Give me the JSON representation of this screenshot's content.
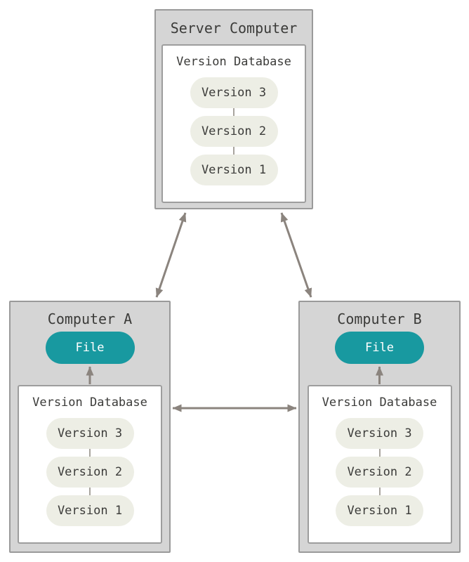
{
  "colors": {
    "outer_box_fill": "#d5d5d5",
    "outer_box_border": "#9a9a9a",
    "inner_box_fill": "#ffffff",
    "inner_box_border": "#9d9d9d",
    "pill_fill": "#edeee5",
    "file_pill_fill": "#1899a0",
    "file_pill_text": "#ffffff",
    "text_color": "#3b3b39",
    "arrow_color": "#8b847e",
    "connector_color": "#a8a49e"
  },
  "server": {
    "title": "Server Computer",
    "database": {
      "title": "Version Database",
      "versions": [
        "Version 3",
        "Version 2",
        "Version 1"
      ]
    }
  },
  "computer_a": {
    "title": "Computer A",
    "file_label": "File",
    "database": {
      "title": "Version Database",
      "versions": [
        "Version 3",
        "Version 2",
        "Version 1"
      ]
    }
  },
  "computer_b": {
    "title": "Computer B",
    "file_label": "File",
    "database": {
      "title": "Version Database",
      "versions": [
        "Version 3",
        "Version 2",
        "Version 1"
      ]
    }
  }
}
